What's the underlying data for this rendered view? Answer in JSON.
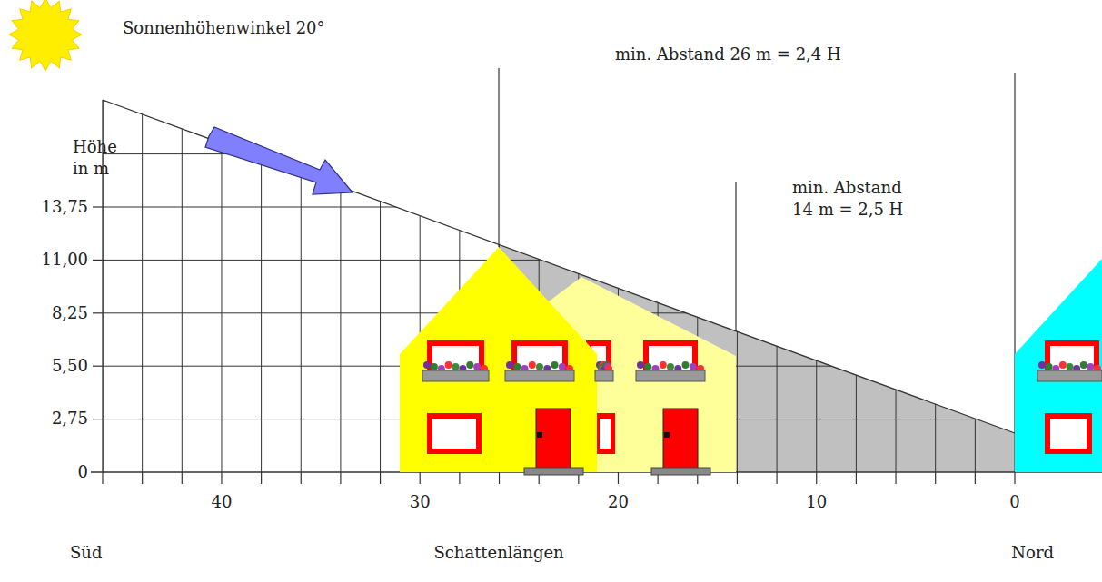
{
  "diagram": {
    "labels": [
      "Sonnenhöhenwinkel 20°",
      "Höhe in m",
      "13,75",
      "11,00",
      "8,25",
      "5,50",
      "2,75",
      "0",
      "min. Abstand 26 m = 2,4 H",
      "min. Abstand 14 m = 2,5 H",
      "40",
      "30",
      "20",
      "10",
      "0",
      "Süd",
      "Schattenlängen",
      "Nord"
    ]
  }
}
